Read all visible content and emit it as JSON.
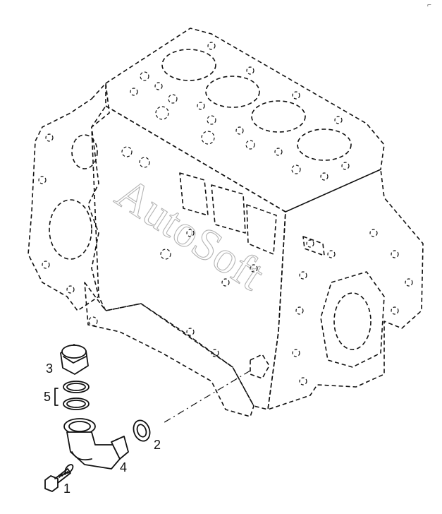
{
  "watermark": {
    "text": "AutoSoft"
  },
  "corner_mark": "⌐",
  "callouts": {
    "c1": "1",
    "c2": "2",
    "c3": "3",
    "c4": "4",
    "c5": "5"
  },
  "parts": {
    "engine_block": "engine block (dashed outline)",
    "part_1": "bolt with washer",
    "part_2": "seal ring",
    "part_3": "plug",
    "part_4": "elbow pipe",
    "part_5": "o-rings"
  }
}
